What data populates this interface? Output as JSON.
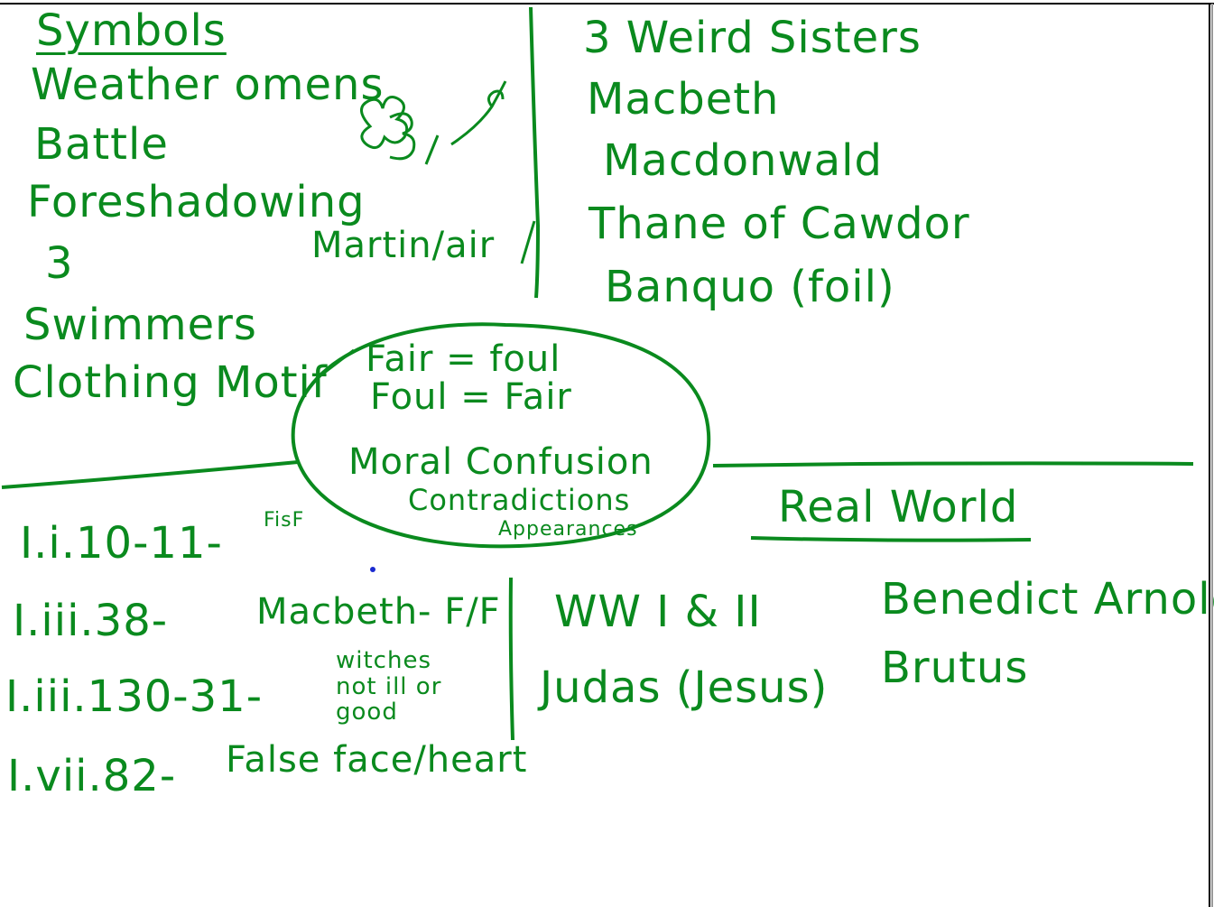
{
  "ink_color": "#0a8a1e",
  "symbols": {
    "heading": "Symbols",
    "items": [
      "Weather omens",
      "Battle",
      "Foreshadowing",
      "3",
      "Swimmers",
      "Clothing Motif"
    ],
    "martin_note": "Martin/air"
  },
  "characters": {
    "items": [
      "3 Weird Sisters",
      "Macbeth",
      "Macdonwald",
      "Thane of Cawdor",
      "Banquo (foil)"
    ]
  },
  "center": {
    "line1": "Fair = foul",
    "line2": "Foul = Fair",
    "line3": "Moral Confusion",
    "line4": "Contradictions",
    "line5": "Appearances"
  },
  "quotes": {
    "items": [
      {
        "ref": "I.i.10-11-",
        "note": "FisF"
      },
      {
        "ref": "I.iii.38-",
        "note": "Macbeth- F/F"
      },
      {
        "ref": "I.iii.130-31-",
        "note": "witches not ill or good"
      },
      {
        "ref": "I.vii.82-",
        "note": "False face/heart"
      }
    ]
  },
  "real_world": {
    "heading": "Real World",
    "left": [
      "WW I & II",
      "Judas (Jesus)"
    ],
    "right": [
      "Benedict Arnold",
      "Brutus"
    ]
  }
}
